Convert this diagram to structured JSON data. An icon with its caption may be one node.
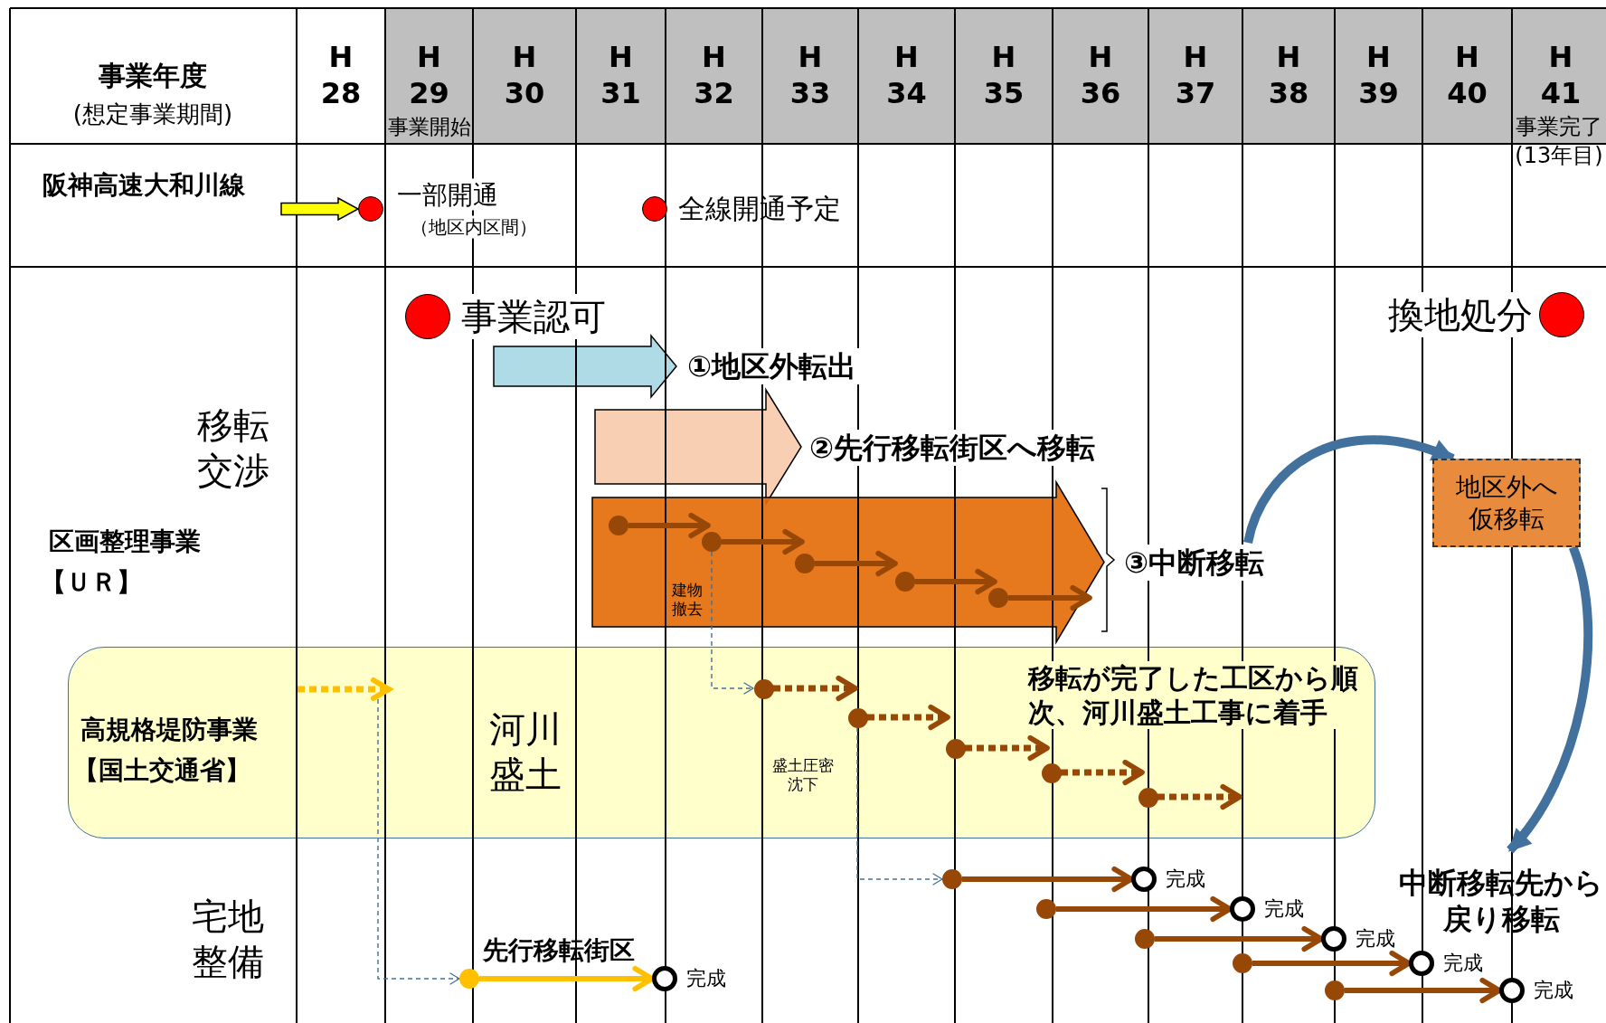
{
  "diagram": {
    "nodes": [
      {
        "text": [],
        "shape": "circle",
        "beside": [
          "一部開通",
          "（地区内区間）"
        ]
      },
      {
        "text": [],
        "shape": "circle",
        "beside": [
          "全線開通予定"
        ]
      },
      {
        "text": [],
        "shape": "circle",
        "beside": [
          "事業認可"
        ]
      },
      {
        "text": [],
        "shape": "circle",
        "beside": [
          "換地処分"
        ]
      },
      {
        "text": [],
        "shape": "arrow",
        "beside": [
          "①地区外転出"
        ]
      },
      {
        "text": [],
        "shape": "arrow",
        "beside": [
          "②先行移転街区へ移転"
        ]
      },
      {
        "text": [],
        "shape": "arrow"
      },
      {
        "text": [],
        "shape": "circle",
        "in": 6
      },
      {
        "text": [],
        "shape": "circle",
        "in": 6
      },
      {
        "text": [],
        "shape": "circle",
        "in": 6
      },
      {
        "text": [],
        "shape": "circle",
        "in": 6
      },
      {
        "text": [],
        "shape": "circle",
        "in": 6
      },
      {
        "text": [
          "③中断移転"
        ]
      },
      {
        "text": [
          "地区外へ仮移転"
        ]
      },
      {
        "text": [
          "高規格堤防事業",
          "【国土交通省】",
          "河川盛土",
          "移転が完了した工区から順次、河川盛土工事に着手"
        ]
      },
      {
        "text": [],
        "shape": "arrow",
        "in": 14
      },
      {
        "text": [],
        "shape": "circle",
        "in": 14
      },
      {
        "text": [],
        "shape": "circle",
        "in": 14
      },
      {
        "text": [],
        "shape": "circle",
        "in": 14
      },
      {
        "text": [],
        "shape": "circle",
        "in": 14
      },
      {
        "text": [],
        "shape": "circle",
        "in": 14
      },
      {
        "text": [
          "中断移転先から戻り移転"
        ]
      },
      {
        "text": [],
        "shape": "circle"
      },
      {
        "text": [],
        "shape": "circle",
        "beside": [
          "完成"
        ]
      },
      {
        "text": [],
        "shape": "circle"
      },
      {
        "text": [],
        "shape": "circle",
        "beside": [
          "完成"
        ]
      },
      {
        "text": [],
        "shape": "circle"
      },
      {
        "text": [],
        "shape": "circle",
        "beside": [
          "完成"
        ]
      },
      {
        "text": [],
        "shape": "circle"
      },
      {
        "text": [],
        "shape": "circle",
        "beside": [
          "完成"
        ]
      },
      {
        "text": [],
        "shape": "circle"
      },
      {
        "text": [],
        "shape": "circle",
        "beside": [
          "完成"
        ]
      },
      {
        "text": [],
        "shape": "circle"
      },
      {
        "text": [],
        "shape": "circle",
        "beside": [
          "完成"
        ]
      }
    ],
    "edges": [
      {
        "from": null,
        "to": 0,
        "arrow": "to",
        "color": "#ffff00"
      },
      {
        "from": 7,
        "to": 8,
        "arrow": "to",
        "color": "#974706"
      },
      {
        "from": 8,
        "to": 9,
        "arrow": "to",
        "color": "#974706"
      },
      {
        "from": 9,
        "to": 10,
        "arrow": "to",
        "color": "#974706"
      },
      {
        "from": 10,
        "to": 11,
        "arrow": "to",
        "color": "#974706"
      },
      {
        "from": 11,
        "to": null,
        "arrow": "to",
        "color": "#974706"
      },
      {
        "from": 16,
        "to": 17,
        "arrow": "to",
        "style": "dashed",
        "color": "#974706"
      },
      {
        "from": 17,
        "to": 18,
        "arrow": "to",
        "style": "dashed",
        "color": "#974706"
      },
      {
        "from": 18,
        "to": 19,
        "arrow": "to",
        "style": "dashed",
        "color": "#974706"
      },
      {
        "from": 19,
        "to": 20,
        "arrow": "to",
        "style": "dashed",
        "color": "#974706"
      },
      {
        "from": 20,
        "to": null,
        "arrow": "to",
        "style": "dashed",
        "color": "#974706"
      },
      {
        "from": 8,
        "to": 16,
        "arrow": "to",
        "style": "dashed",
        "color": "#41719c"
      },
      {
        "from": 15,
        "to": 22,
        "arrow": "to",
        "style": "dashed",
        "color": "#41719c"
      },
      {
        "from": 17,
        "to": 24,
        "arrow": "to",
        "style": "dashed",
        "color": "#41719c"
      },
      {
        "from": 22,
        "to": 23,
        "arrow": "to",
        "color": "#ffc000",
        "label": "先行移転街区"
      },
      {
        "from": 24,
        "to": 25,
        "arrow": "to",
        "color": "#974706"
      },
      {
        "from": 26,
        "to": 27,
        "arrow": "to",
        "color": "#974706"
      },
      {
        "from": 28,
        "to": 29,
        "arrow": "to",
        "color": "#974706"
      },
      {
        "from": 30,
        "to": 31,
        "arrow": "to",
        "color": "#974706"
      },
      {
        "from": 32,
        "to": 33,
        "arrow": "to",
        "color": "#974706"
      },
      {
        "from": 12,
        "to": 13,
        "arrow": "to",
        "color": "#41719c"
      },
      {
        "from": 13,
        "to": 21,
        "arrow": "to",
        "color": "#41719c"
      }
    ],
    "labels": [
      "事業年度",
      "(想定事業期間)",
      "H 28",
      "H 29",
      "H 30",
      "H 31",
      "H 32",
      "H 33",
      "H 34",
      "H 35",
      "H 36",
      "H 37",
      "H 38",
      "H 39",
      "H 40",
      "H 41",
      "事業開始",
      "事業完了",
      "(13年目)",
      "阪神高速大和川線",
      "移転交渉",
      "区画整理事業",
      "【ＵＲ】",
      "建物撤去",
      "盛土圧密沈下",
      "宅地整備"
    ]
  }
}
